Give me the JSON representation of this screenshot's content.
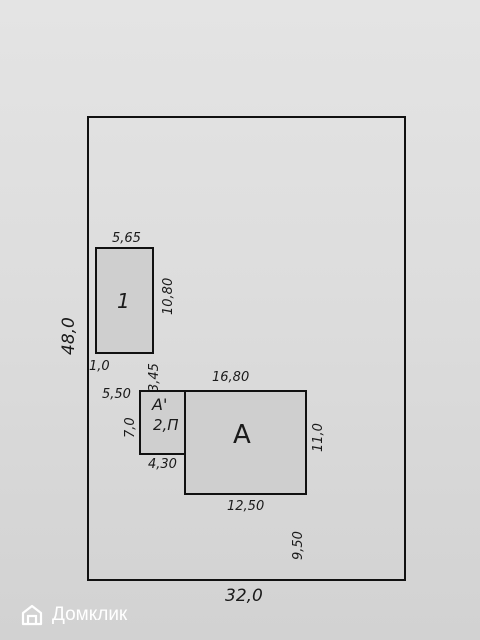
{
  "plan": {
    "lot": {
      "width_label": "32,0",
      "height_label": "48,0",
      "offset_label": "9,50"
    },
    "building_1": {
      "label": "1",
      "width_label": "5,65",
      "height_label": "10,80",
      "offset_label": "1,0"
    },
    "gap_label": "3,45",
    "annex": {
      "label": "A'",
      "sublabel": "2,П",
      "top_label": "5,50",
      "height_label": "7,0",
      "bottom_label": "4,30"
    },
    "building_a": {
      "label": "А",
      "top_label": "16,80",
      "height_label": "11,0",
      "bottom_label": "12,50"
    }
  },
  "watermark": {
    "text": "Домклик",
    "icon": "house-logo-icon",
    "color": "#ffffff"
  }
}
